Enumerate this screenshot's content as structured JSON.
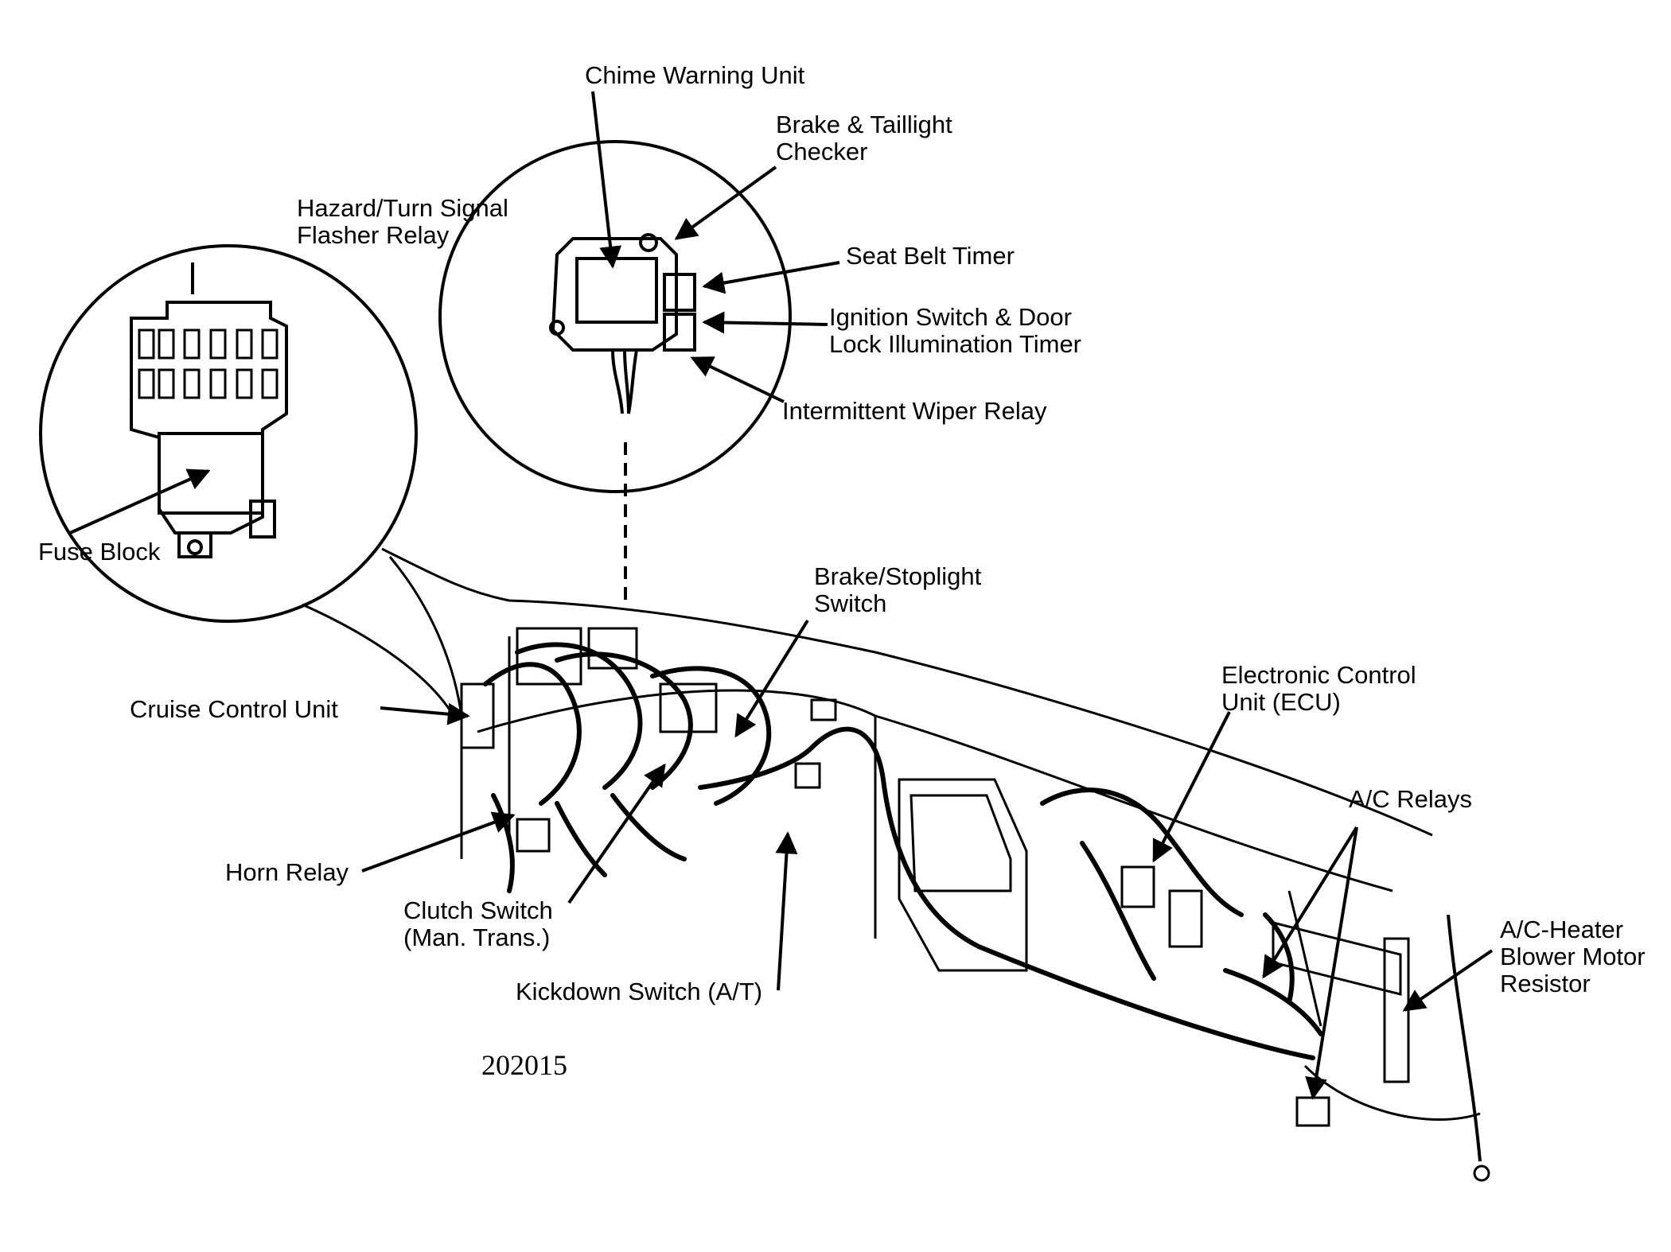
{
  "labels": {
    "chime_warning_unit": "Chime Warning Unit",
    "brake_taillight_checker": [
      "Brake & Taillight",
      "Checker"
    ],
    "hazard_flasher_relay": [
      "Hazard/Turn Signal",
      "Flasher Relay"
    ],
    "seat_belt_timer": "Seat Belt Timer",
    "ignition_door_timer": [
      "Ignition Switch & Door",
      "Lock Illumination Timer"
    ],
    "intermittent_wiper_relay": "Intermittent Wiper Relay",
    "fuse_block": "Fuse Block",
    "brake_stoplight_switch": [
      "Brake/Stoplight",
      "Switch"
    ],
    "cruise_control_unit": "Cruise Control Unit",
    "ecu": [
      "Electronic Control",
      "Unit (ECU)"
    ],
    "ac_relays": "A/C Relays",
    "horn_relay": "Horn Relay",
    "clutch_switch": [
      "Clutch Switch",
      "(Man. Trans.)"
    ],
    "ac_heater_resistor": [
      "A/C-Heater",
      "Blower Motor",
      "Resistor"
    ],
    "kickdown_switch": "Kickdown Switch (A/T)"
  },
  "figure_number": "202015"
}
